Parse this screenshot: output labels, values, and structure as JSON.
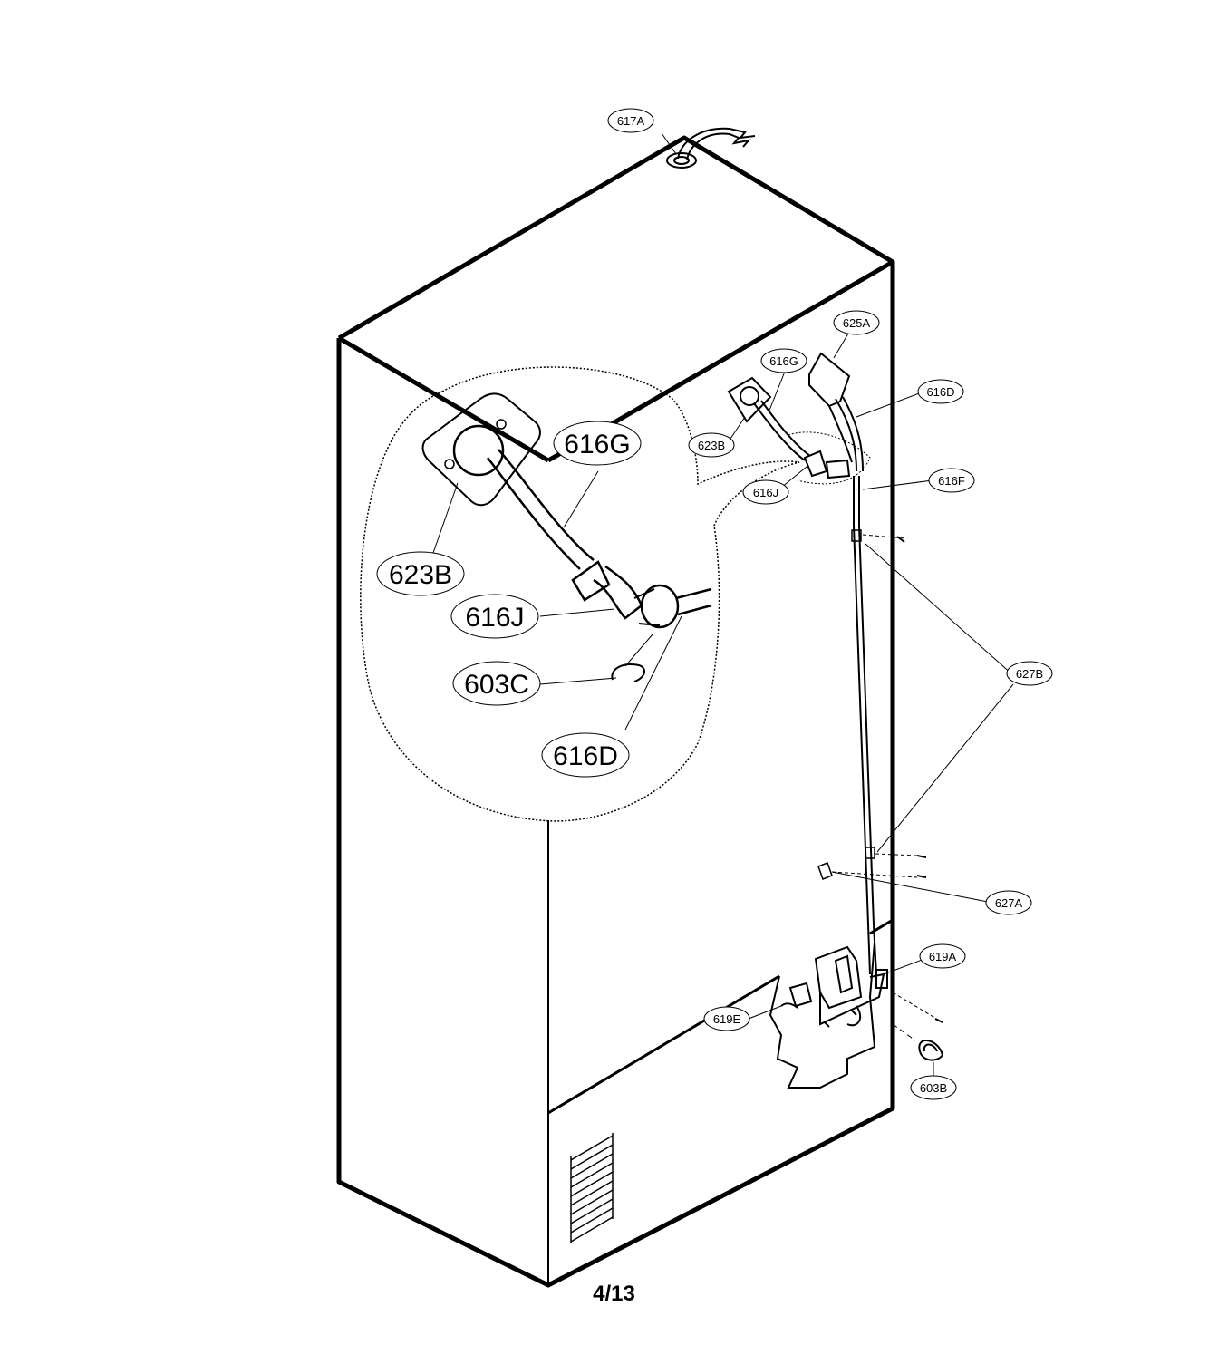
{
  "diagram": {
    "page_number": "4/13",
    "callouts_small": {
      "c617A": "617A",
      "c625A": "625A",
      "c616G": "616G",
      "c616D": "616D",
      "c623B": "623B",
      "c616J": "616J",
      "c616F": "616F",
      "c627B": "627B",
      "c627A": "627A",
      "c619A": "619A",
      "c619E": "619E",
      "c603B": "603B"
    },
    "callouts_detail": {
      "d616G": "616G",
      "d623B": "623B",
      "d616J": "616J",
      "d603C": "603C",
      "d616D": "616D"
    }
  }
}
